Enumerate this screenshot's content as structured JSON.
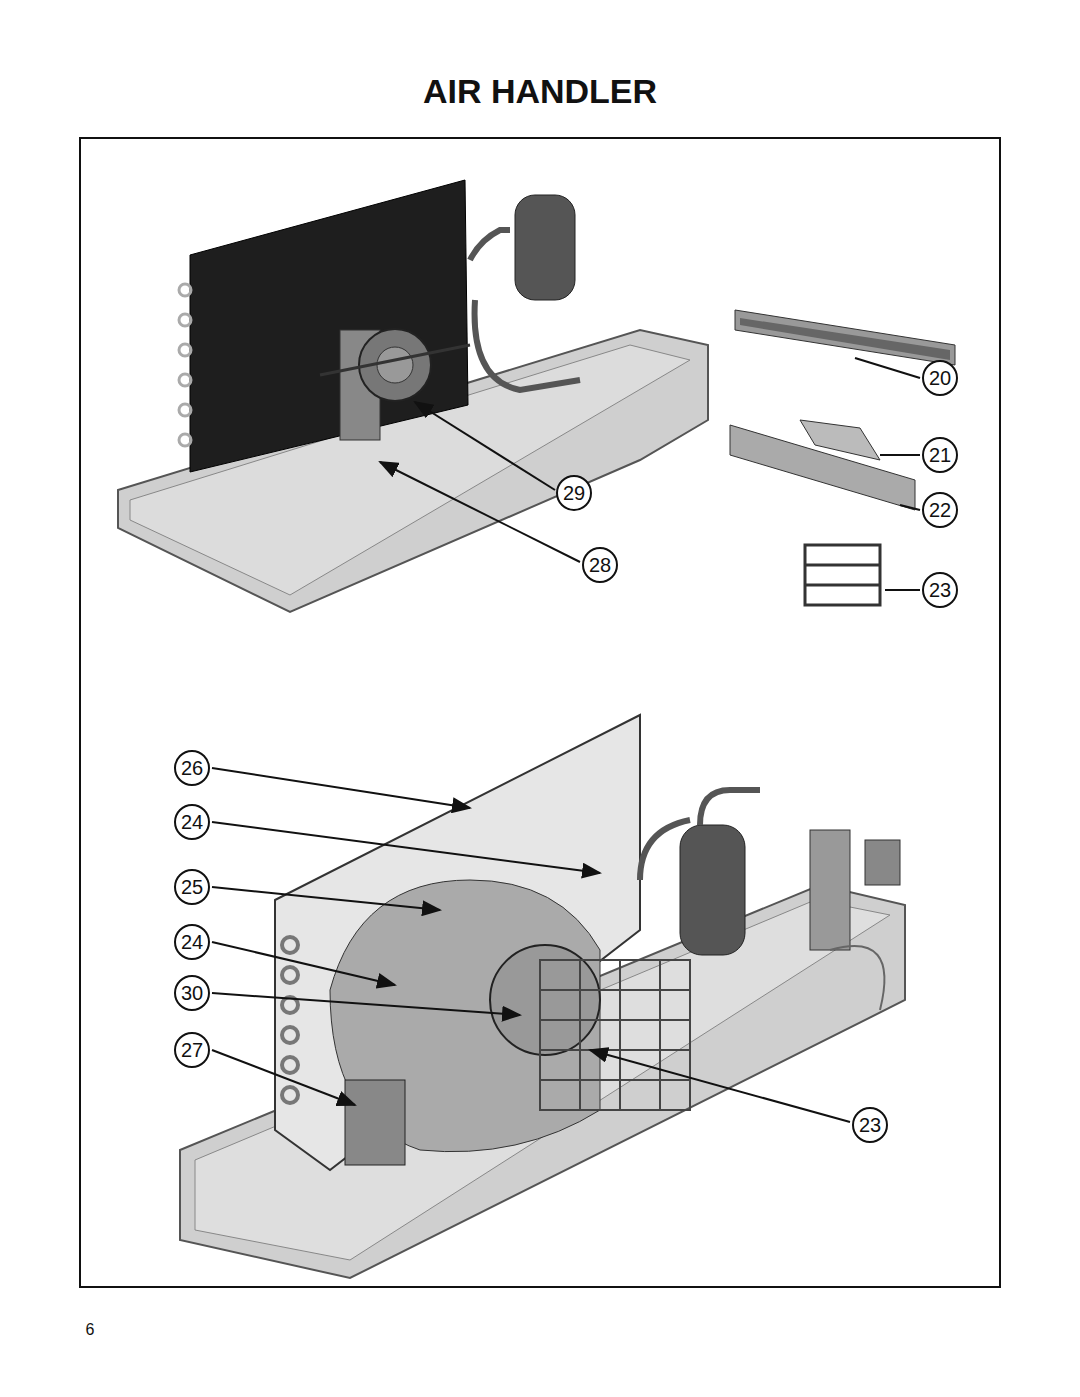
{
  "diagram": {
    "title": "AIR HANDLER",
    "labels": [
      "20",
      "21",
      "29",
      "22",
      "28",
      "23",
      "26",
      "24",
      "25",
      "24",
      "30",
      "27",
      "23",
      "6"
    ]
  }
}
